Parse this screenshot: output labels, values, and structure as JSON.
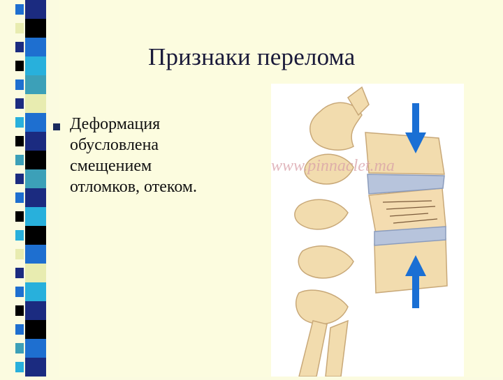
{
  "slide": {
    "title": "Признаки перелома",
    "bullet_lines": [
      "Деформация",
      "обусловлена",
      "смещением",
      "отломков, отеком."
    ],
    "watermark": "www.pinnaclet.ma"
  },
  "colors": {
    "background": "#fcfcdf",
    "stripe_navy": "#1b2b80",
    "stripe_blue": "#1e6fd0",
    "stripe_cyan": "#28b0dc",
    "stripe_black": "#000000",
    "stripe_cream": "#e8ecb0",
    "stripe_teal": "#3ca0b8",
    "arrow_blue": "#1a6fd4",
    "bone": "#f2dcae",
    "disc": "#b7c4dc"
  }
}
